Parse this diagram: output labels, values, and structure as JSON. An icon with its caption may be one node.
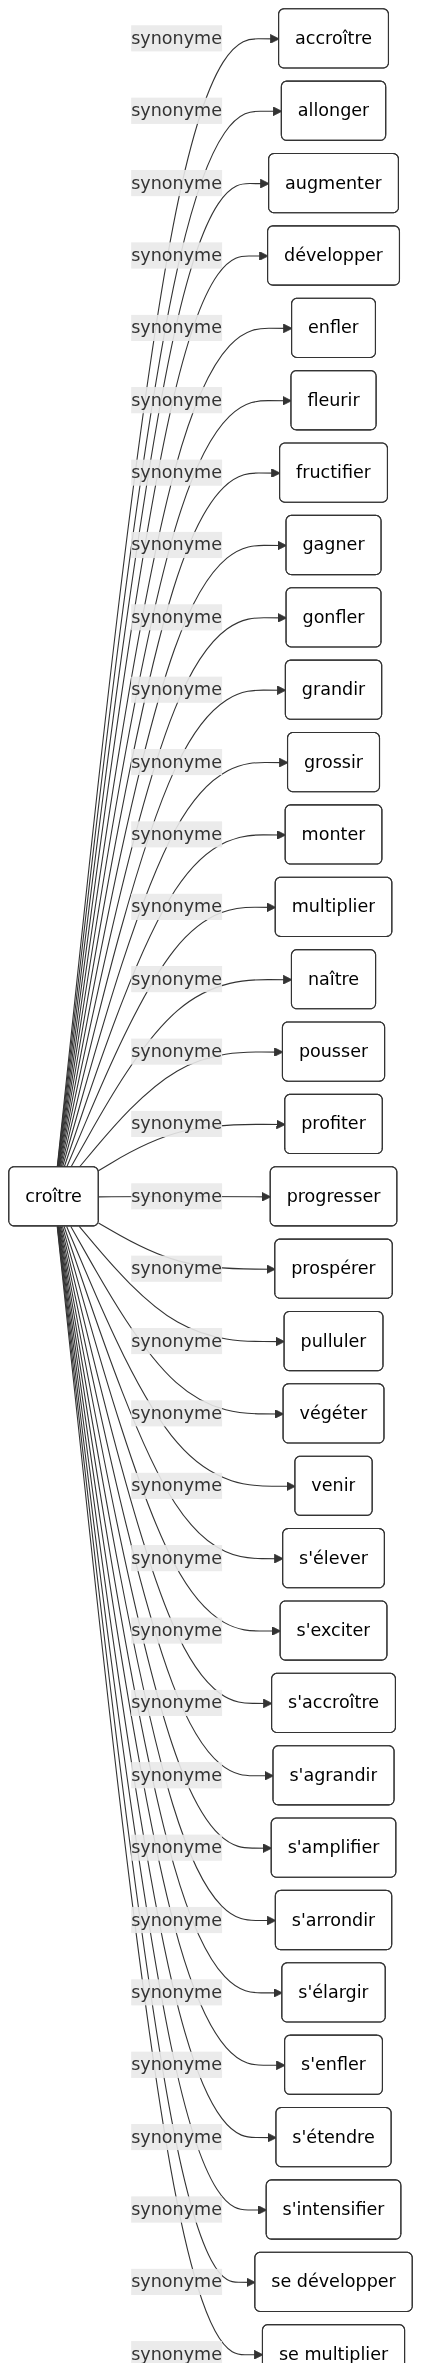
{
  "diagram": {
    "nodes": [
      {
        "text": [
          "croître"
        ]
      },
      {
        "text": [
          "accroître"
        ]
      },
      {
        "text": [
          "allonger"
        ]
      },
      {
        "text": [
          "augmenter"
        ]
      },
      {
        "text": [
          "développer"
        ]
      },
      {
        "text": [
          "enfler"
        ]
      },
      {
        "text": [
          "fleurir"
        ]
      },
      {
        "text": [
          "fructifier"
        ]
      },
      {
        "text": [
          "gagner"
        ]
      },
      {
        "text": [
          "gonfler"
        ]
      },
      {
        "text": [
          "grandir"
        ]
      },
      {
        "text": [
          "grossir"
        ]
      },
      {
        "text": [
          "monter"
        ]
      },
      {
        "text": [
          "multiplier"
        ]
      },
      {
        "text": [
          "naître"
        ]
      },
      {
        "text": [
          "pousser"
        ]
      },
      {
        "text": [
          "profiter"
        ]
      },
      {
        "text": [
          "progresser"
        ]
      },
      {
        "text": [
          "prospérer"
        ]
      },
      {
        "text": [
          "pulluler"
        ]
      },
      {
        "text": [
          "végéter"
        ]
      },
      {
        "text": [
          "venir"
        ]
      },
      {
        "text": [
          "s'élever"
        ]
      },
      {
        "text": [
          "s'exciter"
        ]
      },
      {
        "text": [
          "s'accroître"
        ]
      },
      {
        "text": [
          "s'agrandir"
        ]
      },
      {
        "text": [
          "s'amplifier"
        ]
      },
      {
        "text": [
          "s'arrondir"
        ]
      },
      {
        "text": [
          "s'élargir"
        ]
      },
      {
        "text": [
          "s'enfler"
        ]
      },
      {
        "text": [
          "s'étendre"
        ]
      },
      {
        "text": [
          "s'intensifier"
        ]
      },
      {
        "text": [
          "se développer"
        ]
      },
      {
        "text": [
          "se multiplier"
        ]
      }
    ],
    "edges": [
      {
        "from": 0,
        "to": 1,
        "arrow": "to",
        "label": "synonyme"
      },
      {
        "from": 0,
        "to": 2,
        "arrow": "to",
        "label": "synonyme"
      },
      {
        "from": 0,
        "to": 3,
        "arrow": "to",
        "label": "synonyme"
      },
      {
        "from": 0,
        "to": 4,
        "arrow": "to",
        "label": "synonyme"
      },
      {
        "from": 0,
        "to": 5,
        "arrow": "to",
        "label": "synonyme"
      },
      {
        "from": 0,
        "to": 6,
        "arrow": "to",
        "label": "synonyme"
      },
      {
        "from": 0,
        "to": 7,
        "arrow": "to",
        "label": "synonyme"
      },
      {
        "from": 0,
        "to": 8,
        "arrow": "to",
        "label": "synonyme"
      },
      {
        "from": 0,
        "to": 9,
        "arrow": "to",
        "label": "synonyme"
      },
      {
        "from": 0,
        "to": 10,
        "arrow": "to",
        "label": "synonyme"
      },
      {
        "from": 0,
        "to": 11,
        "arrow": "to",
        "label": "synonyme"
      },
      {
        "from": 0,
        "to": 12,
        "arrow": "to",
        "label": "synonyme"
      },
      {
        "from": 0,
        "to": 13,
        "arrow": "to",
        "label": "synonyme"
      },
      {
        "from": 0,
        "to": 14,
        "arrow": "to",
        "label": "synonyme"
      },
      {
        "from": 0,
        "to": 15,
        "arrow": "to",
        "label": "synonyme"
      },
      {
        "from": 0,
        "to": 16,
        "arrow": "to",
        "label": "synonyme"
      },
      {
        "from": 0,
        "to": 17,
        "arrow": "to",
        "label": "synonyme"
      },
      {
        "from": 0,
        "to": 18,
        "arrow": "to",
        "label": "synonyme"
      },
      {
        "from": 0,
        "to": 19,
        "arrow": "to",
        "label": "synonyme"
      },
      {
        "from": 0,
        "to": 20,
        "arrow": "to",
        "label": "synonyme"
      },
      {
        "from": 0,
        "to": 21,
        "arrow": "to",
        "label": "synonyme"
      },
      {
        "from": 0,
        "to": 22,
        "arrow": "to",
        "label": "synonyme"
      },
      {
        "from": 0,
        "to": 23,
        "arrow": "to",
        "label": "synonyme"
      },
      {
        "from": 0,
        "to": 24,
        "arrow": "to",
        "label": "synonyme"
      },
      {
        "from": 0,
        "to": 25,
        "arrow": "to",
        "label": "synonyme"
      },
      {
        "from": 0,
        "to": 26,
        "arrow": "to",
        "label": "synonyme"
      },
      {
        "from": 0,
        "to": 27,
        "arrow": "to",
        "label": "synonyme"
      },
      {
        "from": 0,
        "to": 28,
        "arrow": "to",
        "label": "synonyme"
      },
      {
        "from": 0,
        "to": 29,
        "arrow": "to",
        "label": "synonyme"
      },
      {
        "from": 0,
        "to": 30,
        "arrow": "to",
        "label": "synonyme"
      },
      {
        "from": 0,
        "to": 31,
        "arrow": "to",
        "label": "synonyme"
      },
      {
        "from": 0,
        "to": 32,
        "arrow": "to",
        "label": "synonyme"
      },
      {
        "from": 0,
        "to": 33,
        "arrow": "to",
        "label": "synonyme"
      }
    ]
  }
}
